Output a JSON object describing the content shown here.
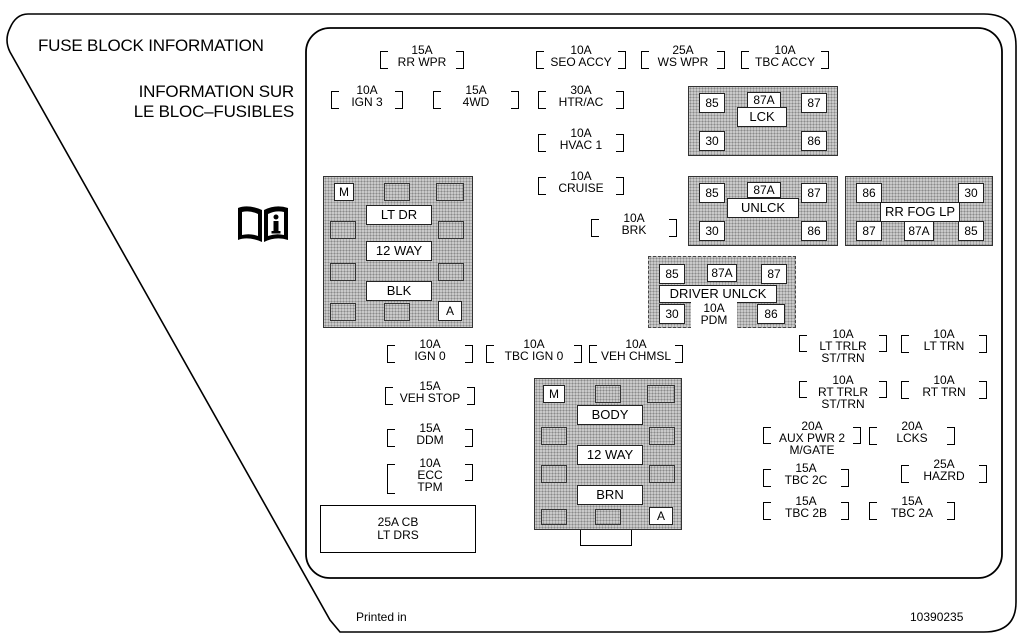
{
  "header": {
    "title_en": "FUSE BLOCK INFORMATION",
    "title_fr_1": "INFORMATION SUR",
    "title_fr_2": "LE BLOC–FUSIBLES"
  },
  "footer": {
    "printed": "Printed in",
    "part_number": "10390235"
  },
  "fuses": {
    "rr_wpr": {
      "amp": "15A",
      "name": "RR WPR"
    },
    "seo_accy": {
      "amp": "10A",
      "name": "SEO ACCY"
    },
    "ws_wpr": {
      "amp": "25A",
      "name": "WS WPR"
    },
    "tbc_accy": {
      "amp": "10A",
      "name": "TBC ACCY"
    },
    "ign3": {
      "amp": "10A",
      "name": "IGN 3"
    },
    "fourwd": {
      "amp": "15A",
      "name": "4WD"
    },
    "htr_ac": {
      "amp": "30A",
      "name": "HTR/AC"
    },
    "hvac1": {
      "amp": "10A",
      "name": "HVAC 1"
    },
    "cruise": {
      "amp": "10A",
      "name": "CRUISE"
    },
    "brk": {
      "amp": "10A",
      "name": "BRK"
    },
    "ign0": {
      "amp": "10A",
      "name": "IGN 0"
    },
    "tbc_ign0": {
      "amp": "10A",
      "name": "TBC IGN 0"
    },
    "veh_chmsl": {
      "amp": "10A",
      "name": "VEH CHMSL"
    },
    "veh_stop": {
      "amp": "15A",
      "name": "VEH STOP"
    },
    "ddm": {
      "amp": "15A",
      "name": "DDM"
    },
    "ecc_tpm": {
      "amp": "10A",
      "name1": "ECC",
      "name2": "TPM"
    },
    "lt_trlr": {
      "amp": "10A",
      "name1": "LT TRLR",
      "name2": "ST/TRN"
    },
    "lt_trn": {
      "amp": "10A",
      "name": "LT TRN"
    },
    "rt_trlr": {
      "amp": "10A",
      "name1": "RT TRLR",
      "name2": "ST/TRN"
    },
    "rt_trn": {
      "amp": "10A",
      "name": "RT TRN"
    },
    "aux_pwr2": {
      "amp": "20A",
      "name1": "AUX PWR 2",
      "name2": "M/GATE"
    },
    "lcks": {
      "amp": "20A",
      "name": "LCKS"
    },
    "tbc_2c": {
      "amp": "15A",
      "name": "TBC 2C"
    },
    "hazrd": {
      "amp": "25A",
      "name": "HAZRD"
    },
    "tbc_2b": {
      "amp": "15A",
      "name": "TBC 2B"
    },
    "tbc_2a": {
      "amp": "15A",
      "name": "TBC 2A"
    },
    "pdm": {
      "amp": "10A",
      "name": "PDM"
    }
  },
  "cb_lt_drs": {
    "line1": "25A CB",
    "line2": "LT DRS"
  },
  "relays": {
    "lck": {
      "label": "LCK",
      "p85": "85",
      "p87a": "87A",
      "p87": "87",
      "p30": "30",
      "p86": "86"
    },
    "unlck": {
      "label": "UNLCK",
      "p85": "85",
      "p87a": "87A",
      "p87": "87",
      "p30": "30",
      "p86": "86"
    },
    "rr_fog": {
      "label": "RR FOG LP",
      "p86": "86",
      "p30": "30",
      "p87": "87",
      "p87a": "87A",
      "p85": "85"
    },
    "driver_unlck": {
      "label": "DRIVER UNLCK",
      "p85": "85",
      "p87a": "87A",
      "p87": "87",
      "p30": "30",
      "p86": "86"
    }
  },
  "connectors": {
    "left": {
      "m": "M",
      "a": "A",
      "l1": "LT DR",
      "l2": "12 WAY",
      "l3": "BLK"
    },
    "center": {
      "m": "M",
      "a": "A",
      "l1": "BODY",
      "l2": "12 WAY",
      "l3": "BRN"
    }
  },
  "icons": {
    "manual": "manual-info-icon"
  }
}
